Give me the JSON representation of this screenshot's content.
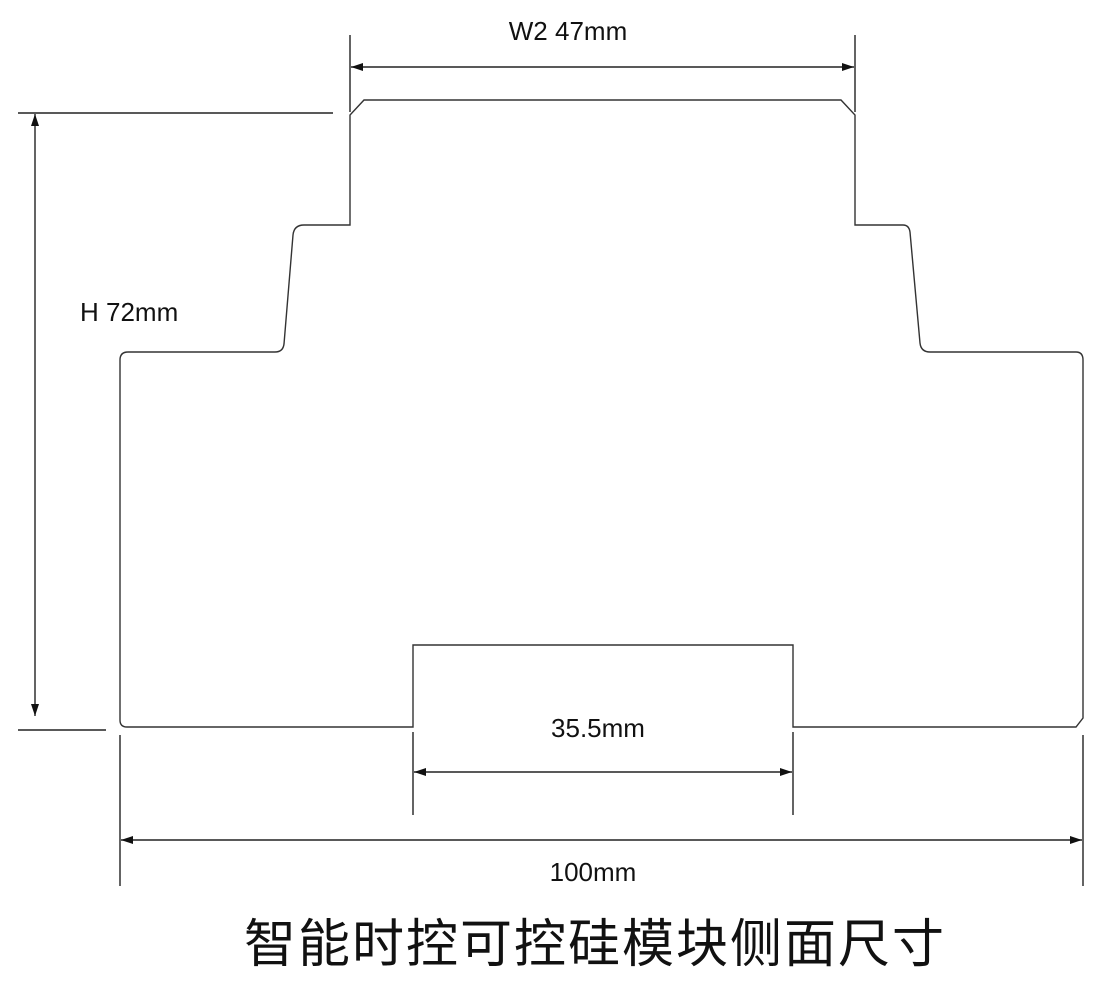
{
  "dimensions": {
    "top_width_label": "W2  47mm",
    "height_label": "H 72mm",
    "rail_slot_label": "35.5mm",
    "total_width_label": "100mm"
  },
  "title": "智能时控可控硅模块侧面尺寸"
}
